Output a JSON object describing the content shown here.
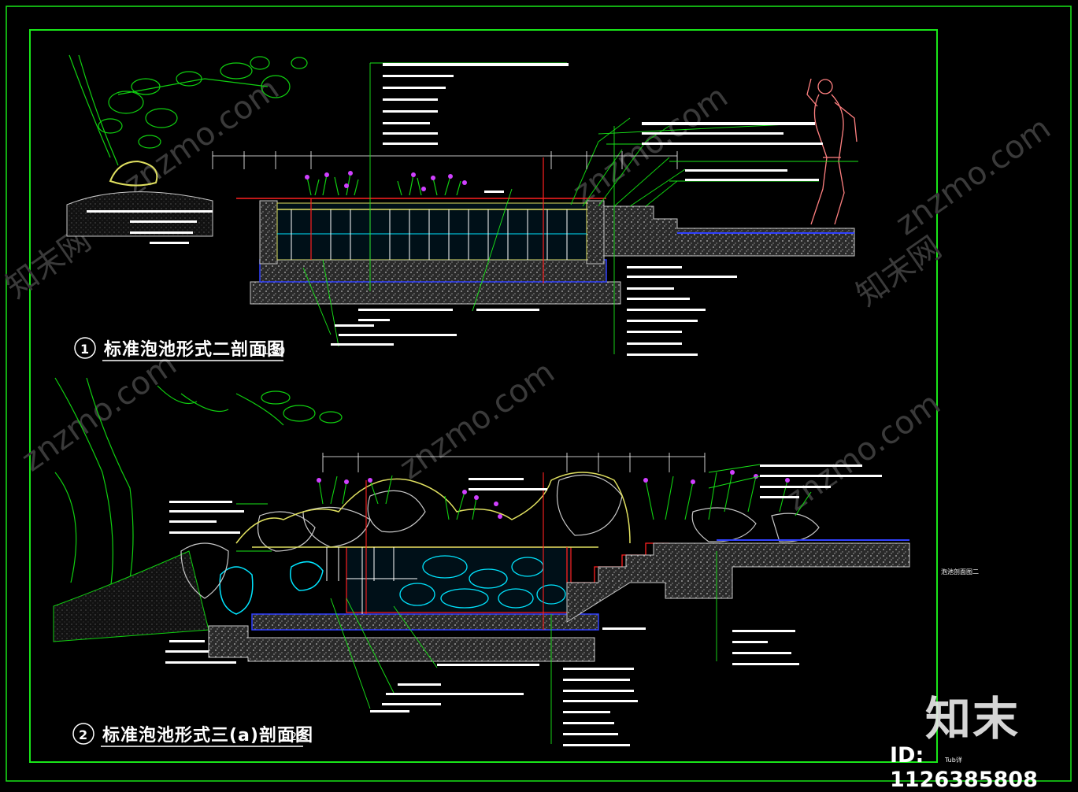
{
  "drawing": {
    "section_1": {
      "number": "1",
      "title": "标准泡池形式二剖面图",
      "scale": "1:20"
    },
    "section_2": {
      "number": "2",
      "title": "标准泡池形式三(a)剖面图",
      "scale": "1:20"
    },
    "side_label": "泡池剖面图二",
    "bottom_label": "Tub详"
  },
  "watermark": {
    "logo_text": "知末",
    "id_text": "ID: 1126385808",
    "site_text": "znzmo.com",
    "site_cn": "知末网"
  },
  "colors": {
    "frame": "#19e619",
    "concrete": "#c8c8c8",
    "water": "#00e5ff",
    "rebar": "#ff2020",
    "waterproof": "#3040ff",
    "plant": "#10d010",
    "flower": "#d040ff",
    "figure": "#ff8080",
    "rock": "#e0e060"
  }
}
